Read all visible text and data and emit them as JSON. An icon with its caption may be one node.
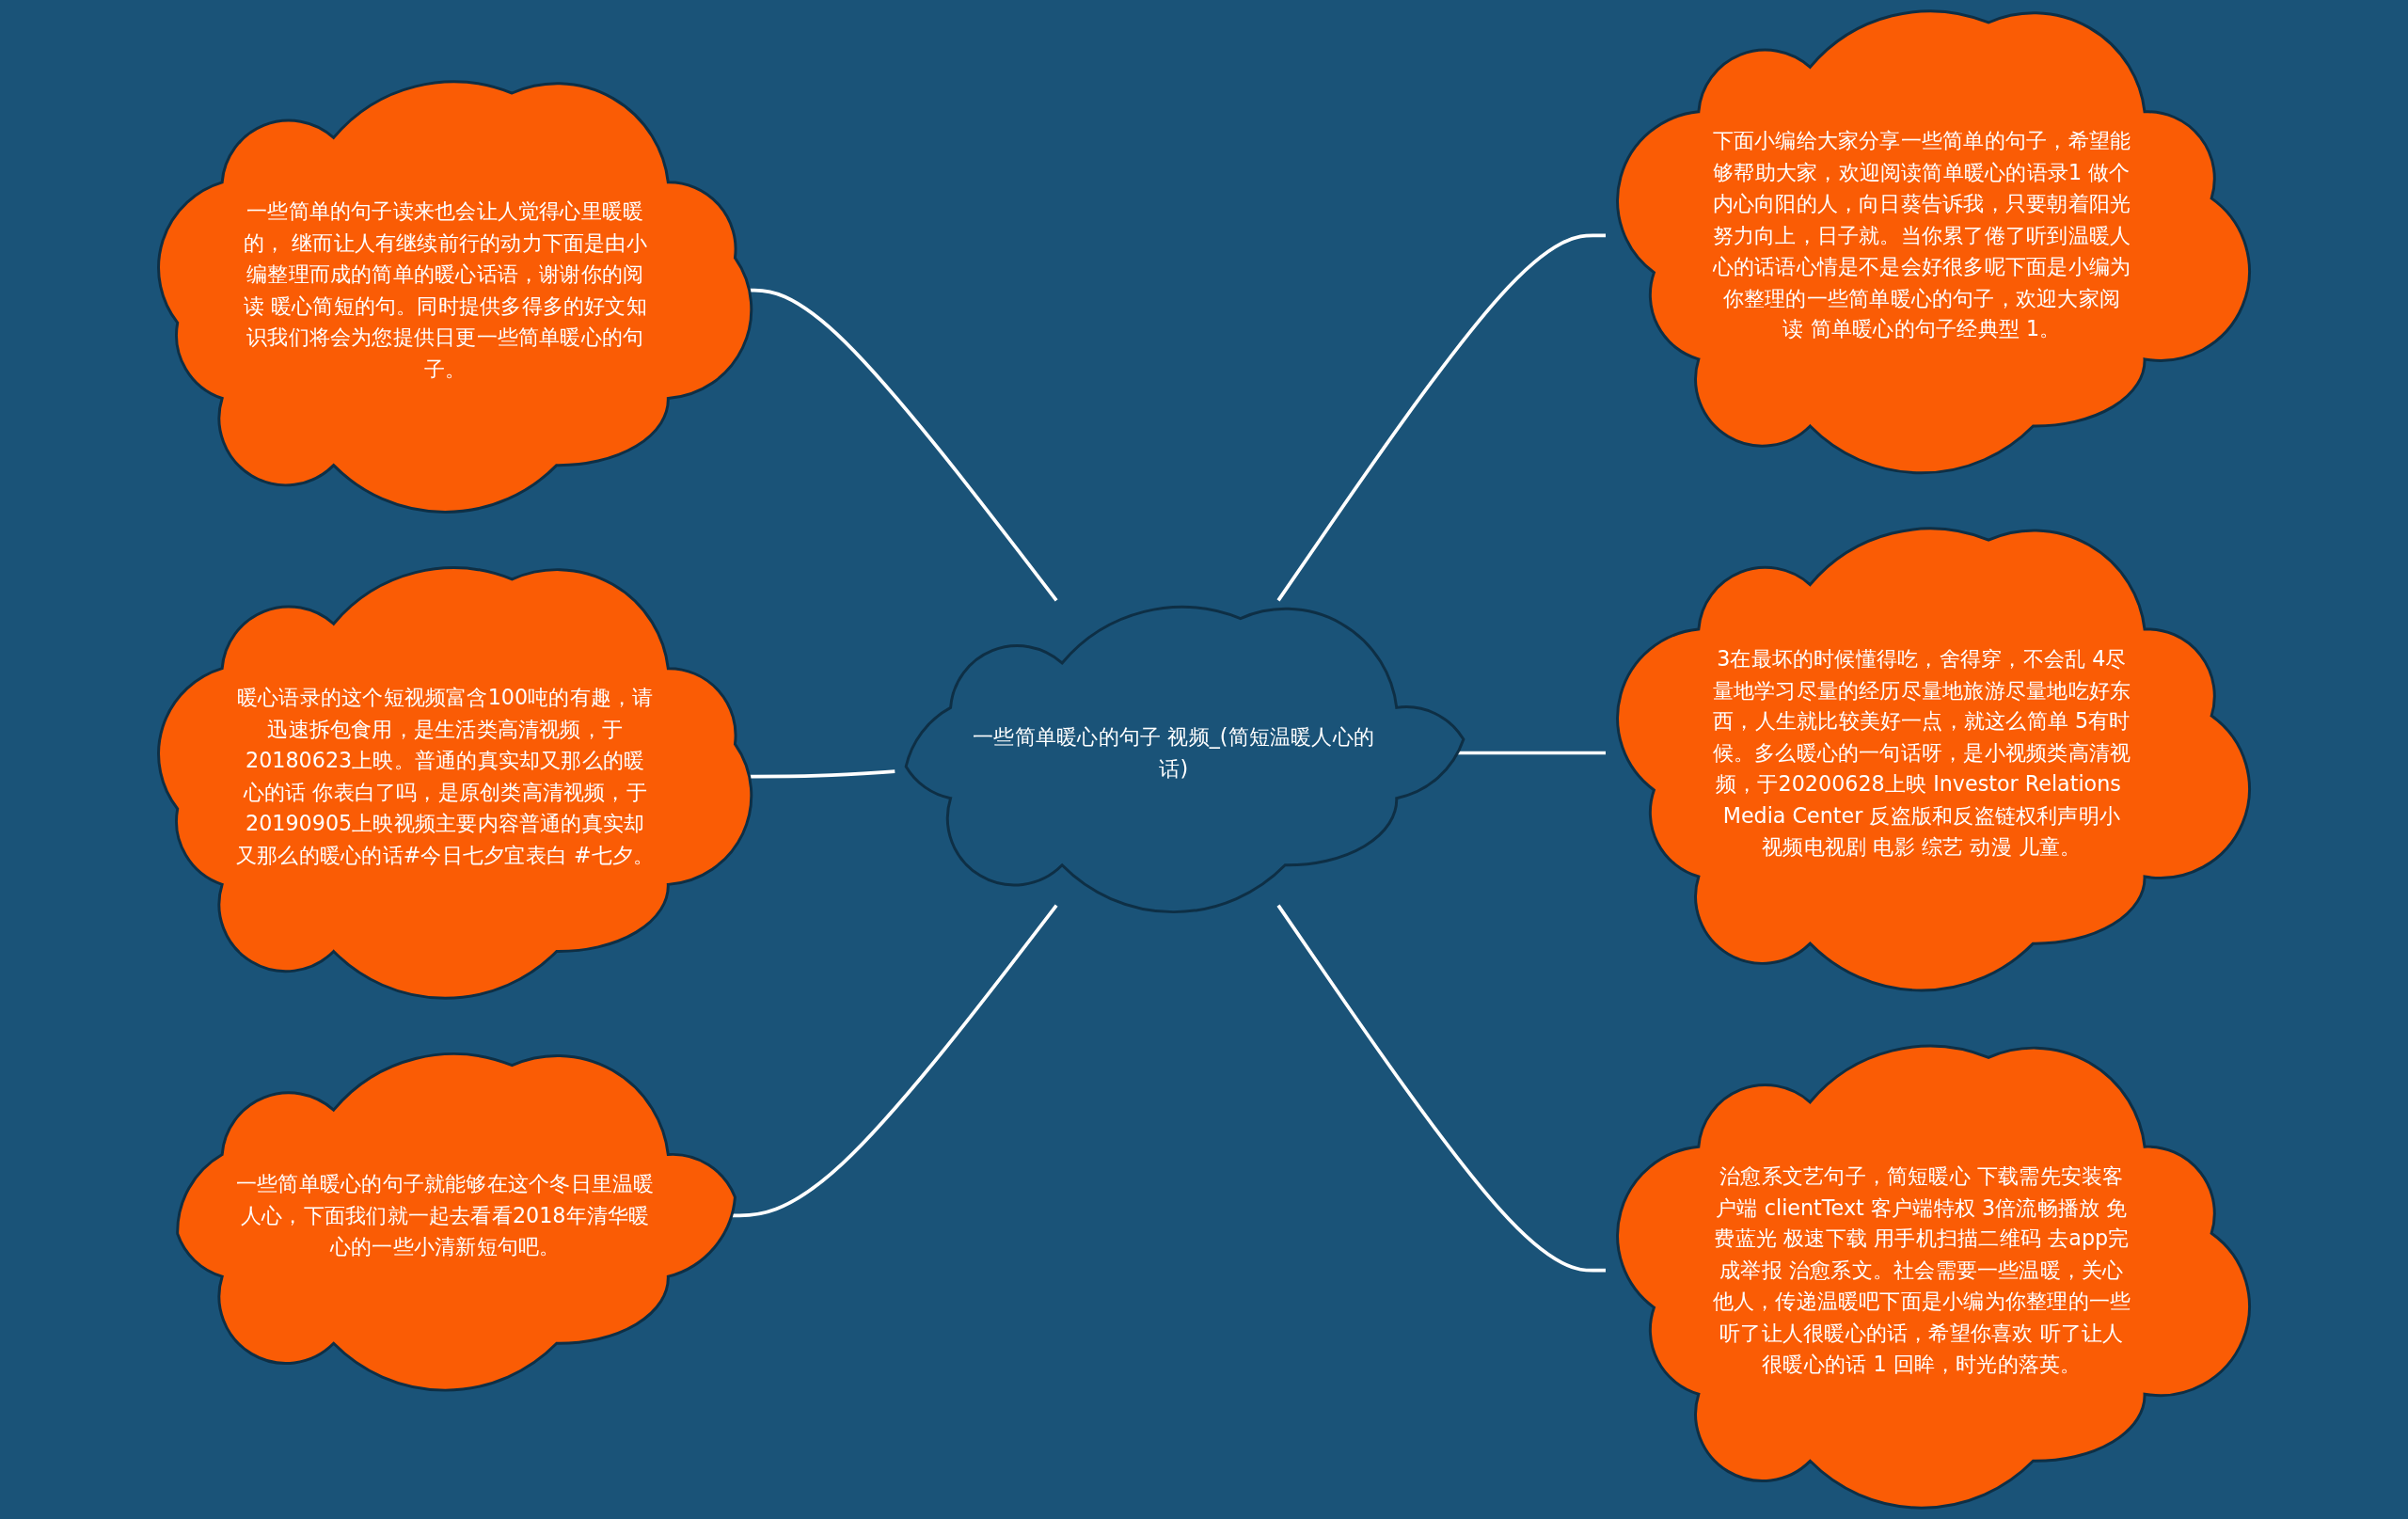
{
  "diagram": {
    "nodes": [
      {
        "text": [
          "一些简单暖心的句子 视频_(简短温暖人心的话)"
        ]
      },
      {
        "text": [
          "一些简单的句子读来也会让人觉得心里暖暖的， 继而让人有继续前行的动力下面是由小编整理而成的简单的暖心话语，谢谢你的阅读 暖心简短的句。同时提供多得多的好文知识我们将会为您提供日更一些简单暖心的句子。"
        ]
      },
      {
        "text": [
          "暖心语录的这个短视频富含100吨的有趣，请迅速拆包食用，是生活类高清视频，于20180623上映。普通的真实却又那么的暖心的话 你表白了吗，是原创类高清视频，于20190905上映视频主要内容普通的真实却又那么的暖心的话#今日七夕宜表白 #七夕。"
        ]
      },
      {
        "text": [
          "一些简单暖心的句子就能够在这个冬日里温暖人心，下面我们就一起去看看2018年清华暖心的一些小清新短句吧。"
        ]
      },
      {
        "text": [
          "下面小编给大家分享一些简单的句子，希望能够帮助大家，欢迎阅读简单暖心的语录1 做个内心向阳的人，向日葵告诉我，只要朝着阳光努力向上，日子就。当你累了倦了听到温暖人心的话语心情是不是会好很多呢下面是小编为你整理的一些简单暖心的句子，欢迎大家阅读 简单暖心的句子经典型 1。"
        ]
      },
      {
        "text": [
          "3在最坏的时候懂得吃，舍得穿，不会乱 4尽量地学习尽量的经历尽量地旅游尽量地吃好东西，人生就比较美好一点，就这么简单 5有时候。多么暖心的一句话呀，是小视频类高清视频，于20200628上映 Investor Relations Media Center 反盗版和反盗链权利声明小视频电视剧 电影 综艺 动漫 儿童。"
        ]
      },
      {
        "text": [
          "治愈系文艺句子，简短暖心 下载需先安装客户端 clientText 客户端特权 3倍流畅播放 免费蓝光 极速下载 用手机扫描二维码 去app完成举报 治愈系文。社会需要一些温暖，关心他人，传递温暖吧下面是小编为你整理的一些听了让人很暖心的话，希望你喜欢 听了让人很暖心的话 1 回眸，时光的落英。"
        ]
      }
    ],
    "edges": [
      {
        "from": 1,
        "to": 0,
        "arrow": "none"
      },
      {
        "from": 2,
        "to": 0,
        "arrow": "none"
      },
      {
        "from": 3,
        "to": 0,
        "arrow": "none"
      },
      {
        "from": 0,
        "to": 4,
        "arrow": "none"
      },
      {
        "from": 0,
        "to": 5,
        "arrow": "none"
      },
      {
        "from": 0,
        "to": 6,
        "arrow": "none"
      }
    ]
  }
}
